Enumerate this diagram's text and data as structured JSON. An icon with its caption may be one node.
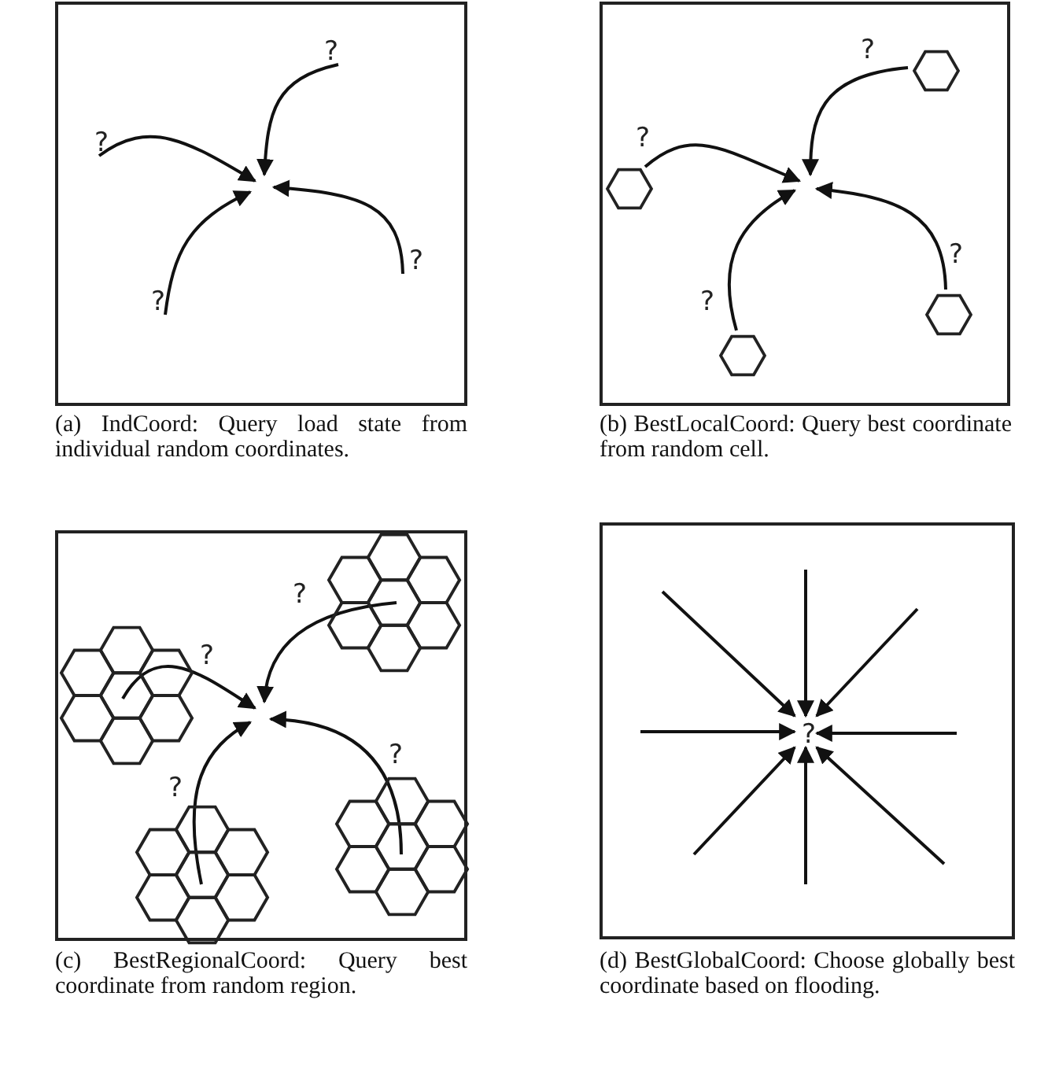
{
  "diagram": {
    "nodes": [
      {
        "text": [],
        "shape": "box",
        "beside": [
          "(a) IndCoord: Query load state from individual random coordinates."
        ]
      },
      {
        "text": [
          "?"
        ],
        "in": 0
      },
      {
        "text": [
          "?"
        ],
        "in": 0
      },
      {
        "text": [
          "?"
        ],
        "in": 0
      },
      {
        "text": [
          "?"
        ],
        "in": 0
      },
      {
        "text": [],
        "shape": "box",
        "beside": [
          "(b) BestLocalCoord: Query best coordinate from random cell."
        ]
      },
      {
        "text": [],
        "shape": "hexagon",
        "in": 5
      },
      {
        "text": [],
        "shape": "hexagon",
        "in": 5
      },
      {
        "text": [],
        "shape": "hexagon",
        "in": 5
      },
      {
        "text": [],
        "shape": "hexagon",
        "in": 5
      },
      {
        "text": [],
        "shape": "box",
        "beside": [
          "(c) BestRegionalCoord: Query best coordinate from random region."
        ]
      },
      {
        "text": [],
        "shape": "honeycomb",
        "in": 10
      },
      {
        "text": [],
        "shape": "honeycomb",
        "in": 10
      },
      {
        "text": [],
        "shape": "honeycomb",
        "in": 10
      },
      {
        "text": [],
        "shape": "honeycomb",
        "in": 10
      },
      {
        "text": [],
        "shape": "box",
        "beside": [
          "(d) BestGlobalCoord: Choose globally best coordinate based on flooding."
        ]
      },
      {
        "text": [
          "?"
        ],
        "in": 15
      }
    ],
    "edges": [
      {
        "from": 1,
        "to": null,
        "arrow": "to"
      },
      {
        "from": 2,
        "to": null,
        "arrow": "to"
      },
      {
        "from": 3,
        "to": null,
        "arrow": "to"
      },
      {
        "from": 4,
        "to": null,
        "arrow": "to"
      },
      {
        "from": 6,
        "to": null,
        "arrow": "to",
        "label": "?"
      },
      {
        "from": 7,
        "to": null,
        "arrow": "to",
        "label": "?"
      },
      {
        "from": 9,
        "to": null,
        "arrow": "to",
        "label": "?"
      },
      {
        "from": 8,
        "to": null,
        "arrow": "to",
        "label": "?"
      },
      {
        "from": 11,
        "to": null,
        "arrow": "to",
        "label": "?"
      },
      {
        "from": 12,
        "to": null,
        "arrow": "to",
        "label": "?"
      },
      {
        "from": 14,
        "to": null,
        "arrow": "to",
        "label": "?"
      },
      {
        "from": 13,
        "to": null,
        "arrow": "to",
        "label": "?"
      },
      {
        "from": null,
        "to": 16,
        "arrow": "to"
      },
      {
        "from": null,
        "to": 16,
        "arrow": "to"
      },
      {
        "from": null,
        "to": 16,
        "arrow": "to"
      },
      {
        "from": null,
        "to": 16,
        "arrow": "to"
      },
      {
        "from": null,
        "to": 16,
        "arrow": "to"
      },
      {
        "from": null,
        "to": 16,
        "arrow": "to"
      },
      {
        "from": null,
        "to": 16,
        "arrow": "to"
      },
      {
        "from": null,
        "to": 16,
        "arrow": "to"
      }
    ]
  }
}
